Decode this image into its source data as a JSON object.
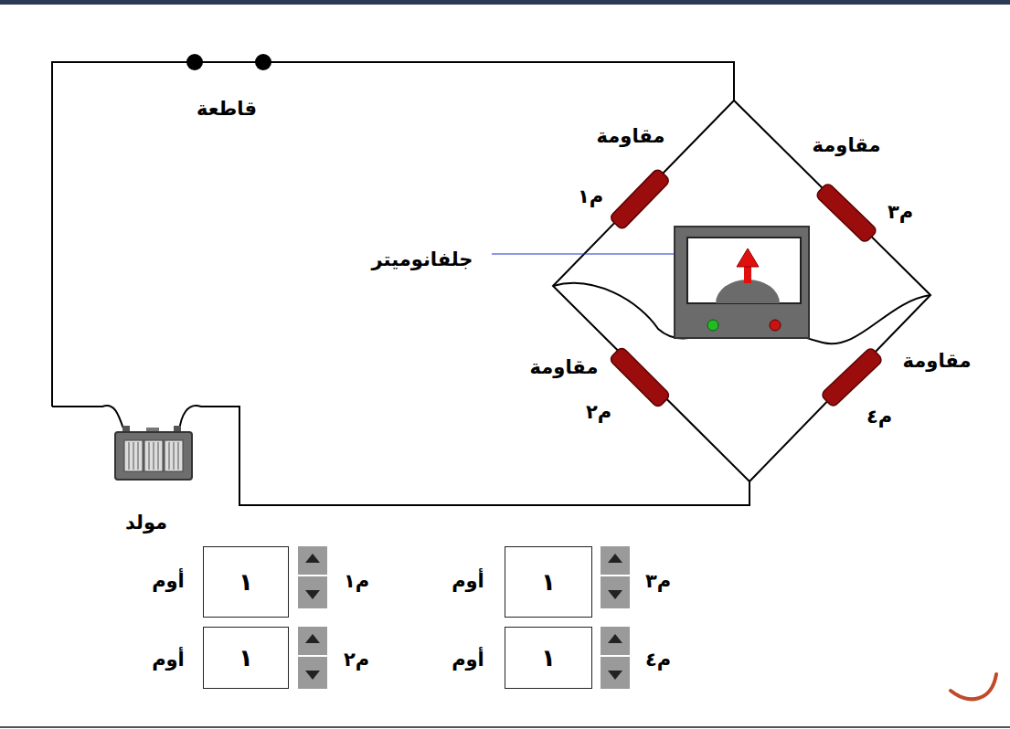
{
  "diagram": {
    "nodes": [
      {
        "text": [
          "١"
        ]
      },
      {
        "text": [
          "١"
        ]
      },
      {
        "text": [
          "١"
        ]
      },
      {
        "text": [
          "١"
        ]
      }
    ],
    "labels": [
      "قاطعة",
      "مقاومة",
      "م١",
      "مقاومة",
      "م٣",
      "جلفانوميتر",
      "مقاومة",
      "م٢",
      "مقاومة",
      "م٤",
      "مولد",
      "م١",
      "أوم",
      "م٣",
      "أوم",
      "م٢",
      "أوم",
      "م٤",
      "أوم"
    ]
  }
}
